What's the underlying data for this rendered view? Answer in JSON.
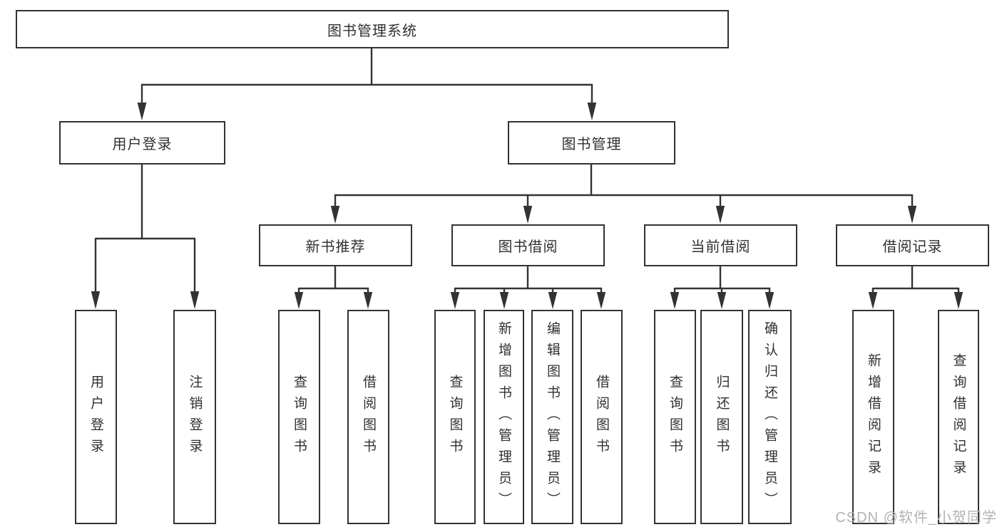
{
  "diagram": {
    "root": {
      "label": "图书管理系统"
    },
    "branches": [
      {
        "label": "用户登录",
        "children": [
          {
            "label": "用户登录"
          },
          {
            "label": "注销登录"
          }
        ]
      },
      {
        "label": "图书管理",
        "children": [
          {
            "label": "新书推荐",
            "children": [
              {
                "label": "查询图书"
              },
              {
                "label": "借阅图书"
              }
            ]
          },
          {
            "label": "图书借阅",
            "children": [
              {
                "label": "查询图书"
              },
              {
                "label": "新增图书（管理员）"
              },
              {
                "label": "编辑图书（管理员）"
              },
              {
                "label": "借阅图书"
              }
            ]
          },
          {
            "label": "当前借阅",
            "children": [
              {
                "label": "查询图书"
              },
              {
                "label": "归还图书"
              },
              {
                "label": "确认归还（管理员）"
              }
            ]
          },
          {
            "label": "借阅记录",
            "children": [
              {
                "label": "新增借阅记录"
              },
              {
                "label": "查询借阅记录"
              }
            ]
          }
        ]
      }
    ]
  },
  "watermark": {
    "text": "CSDN @软件_小贺同学"
  },
  "colors": {
    "line": "#333333",
    "box_background": "#ffffff",
    "text": "#303030",
    "watermark": "#b2b2b2"
  }
}
